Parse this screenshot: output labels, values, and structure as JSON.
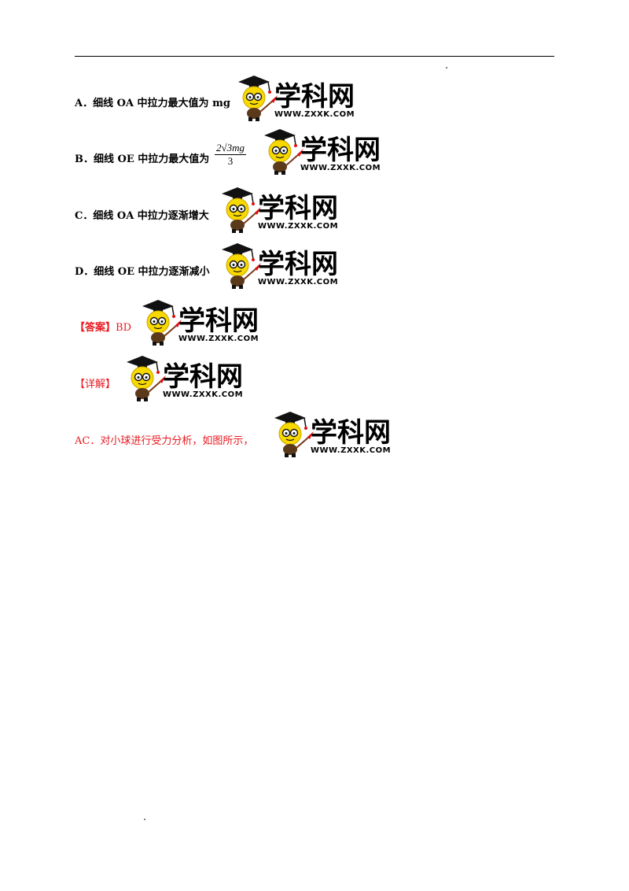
{
  "options": [
    {
      "text": "A．细线 OA 中拉力最大值为 mg"
    },
    {
      "text": "B．细线 OE 中拉力最大值为",
      "fraction": {
        "numerator": "2√3mg",
        "denominator": "3"
      }
    },
    {
      "text": "C．细线 OA 中拉力逐渐增大"
    },
    {
      "text": "D．细线 OE 中拉力逐渐减小"
    }
  ],
  "answer": {
    "label": "【答案】",
    "value": "BD"
  },
  "detail": {
    "label": "【详解】"
  },
  "analysis": {
    "text": "AC．对小球进行受力分析，如图所示，"
  },
  "watermark": {
    "title": "学科网",
    "url": "WWW.ZXXK.COM"
  },
  "colors": {
    "accent_red": "#e8181f",
    "mascot_yellow": "#f7d800"
  }
}
